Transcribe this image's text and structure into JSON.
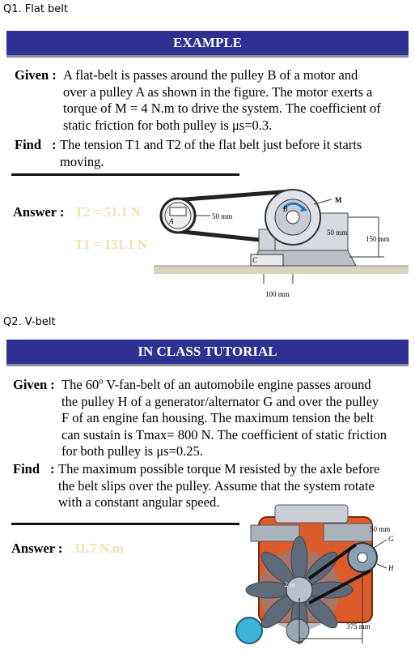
{
  "q1": {
    "label": "Q1. Flat belt",
    "banner": "EXAMPLE",
    "given_label": "Given :",
    "given_lines": [
      "A flat-belt is passes around the pulley B of a motor and",
      "over a pulley A as shown in the figure. The motor exerts a",
      "torque of M = 4 N.m to drive the system. The coefficient of",
      "static friction for both pulley is μs=0.3."
    ],
    "find_label": "Find",
    "find_colon": ":",
    "find_lines": [
      "The tension T1 and T2 of the flat belt just before it starts",
      "moving."
    ],
    "answer_label": "Answer :",
    "answer_1": "T2 = 51.1 N",
    "answer_2": "T1 = 131.1 N",
    "figure": {
      "label_a": "A",
      "label_b": "B",
      "label_c": "C",
      "label_m": "M",
      "dim_50": "50 mm",
      "dim_50_b": "50 mm",
      "dim_150": "150 mm",
      "dim_100": "100 mm"
    }
  },
  "q2": {
    "label": "Q2. V-belt",
    "banner": "IN CLASS TUTORIAL",
    "given_label": "Given :",
    "given_lines": [
      "The 60º V-fan-belt of an automobile engine passes around",
      "the pulley H of a generator/alternator G and over the pulley",
      "F of an engine fan housing. The maximum tension the belt",
      "can sustain is Tmax= 800 N. The coefficient of static friction",
      "for both pulley is μs=0.25."
    ],
    "find_label": "Find",
    "find_colon": ":",
    "find_lines": [
      "The maximum possible torque M resisted by the axle before",
      "the belt slips over the pulley. Assume that the system rotate",
      "with a constant angular speed."
    ],
    "answer_label": "Answer :",
    "answer_1": "31.7 N.m",
    "figure": {
      "dim_50": "50 mm",
      "label_g": "G",
      "label_h": "H",
      "label_2in": "2 in",
      "dim_375": "375 mm"
    }
  }
}
